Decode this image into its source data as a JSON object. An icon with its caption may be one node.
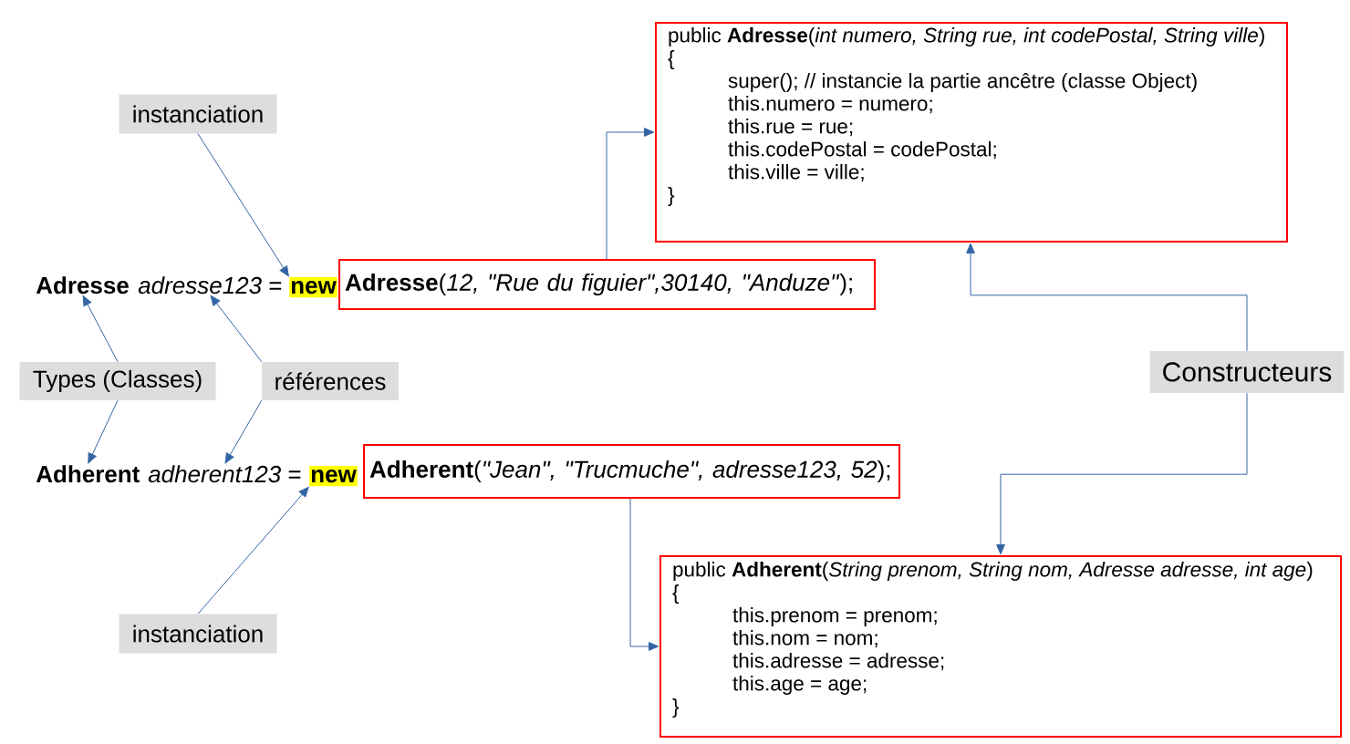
{
  "diagram": {
    "nodes": [
      {
        "text": [
          "instanciation"
        ]
      },
      {
        "text": [
          "public **Adresse**(*int numero, String rue, int codePostal, String ville*)",
          "{",
          "super(); // instancie la partie ancêtre (classe Object)",
          "this.numero = numero;",
          "this.rue = rue;",
          "this.codePostal = codePostal;",
          "this.ville = ville;",
          "}"
        ]
      },
      {
        "text": [
          "Adresse"
        ]
      },
      {
        "text": [
          "*adresse123* ="
        ]
      },
      {
        "text": [
          "new"
        ]
      },
      {
        "text": [
          "**Adresse**(*12, \"Rue du figuier\",30140, \"Anduze\"*);"
        ]
      },
      {
        "text": [
          "Types (Classes)"
        ]
      },
      {
        "text": [
          "références"
        ]
      },
      {
        "text": [
          "Constructeurs"
        ]
      },
      {
        "text": [
          "Adherent"
        ]
      },
      {
        "text": [
          "*adherent123* ="
        ]
      },
      {
        "text": [
          "new"
        ]
      },
      {
        "text": [
          "**Adherent**(*\"Jean\", \"Trucmuche\", adresse123, 52*);"
        ]
      },
      {
        "text": [
          "instanciation"
        ]
      },
      {
        "text": [
          "public **Adherent**(*String prenom, String nom, Adresse adresse, int age*)",
          "{",
          "this.prenom = prenom;",
          "this.nom = nom;",
          "this.adresse = adresse;",
          "this.age = age;",
          "}"
        ]
      }
    ],
    "edges": [
      {
        "from": 0,
        "to": 4,
        "arrow": "to"
      },
      {
        "from": 5,
        "to": 1,
        "arrow": "to"
      },
      {
        "from": 6,
        "to": 2,
        "arrow": "to"
      },
      {
        "from": 6,
        "to": 9,
        "arrow": "to"
      },
      {
        "from": 7,
        "to": 3,
        "arrow": "to"
      },
      {
        "from": 7,
        "to": 10,
        "arrow": "to"
      },
      {
        "from": 8,
        "to": 1,
        "arrow": "to"
      },
      {
        "from": 8,
        "to": 14,
        "arrow": "to"
      },
      {
        "from": 12,
        "to": 14,
        "arrow": "to"
      },
      {
        "from": 13,
        "to": 11,
        "arrow": "to"
      }
    ]
  }
}
